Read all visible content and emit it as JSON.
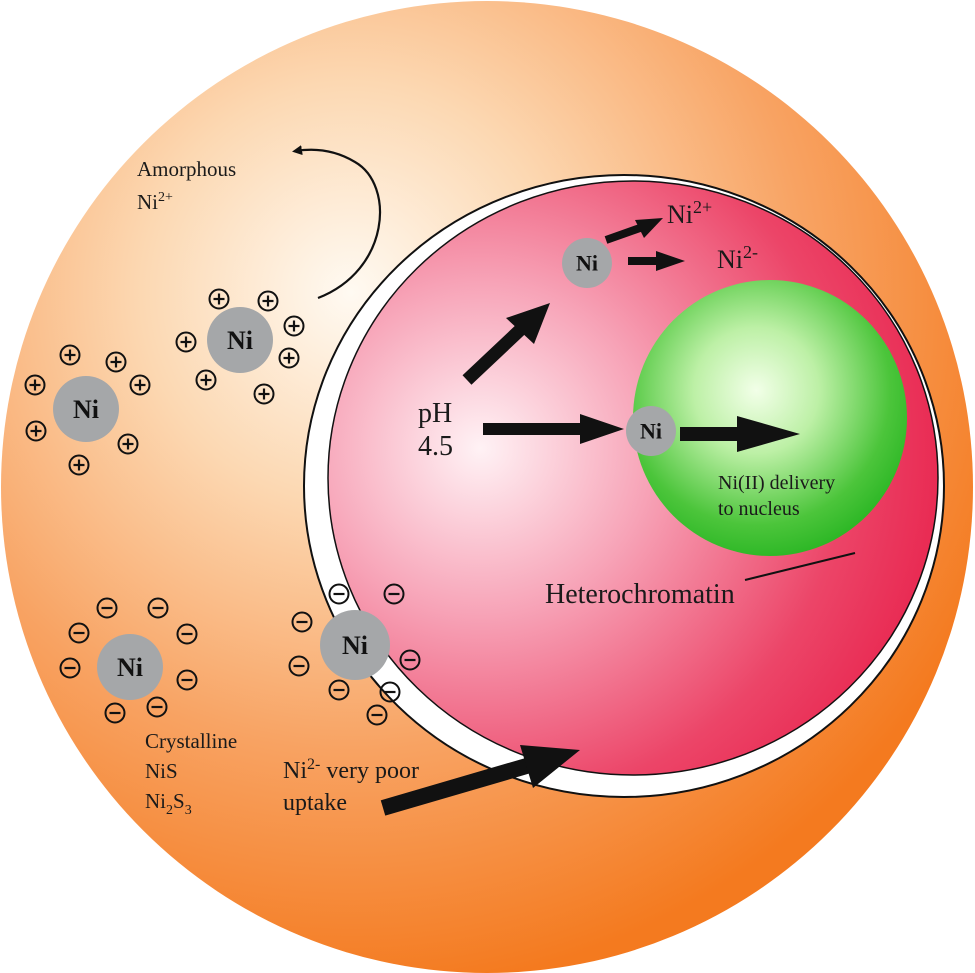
{
  "colors": {
    "cell_outer": "#f47a1f",
    "cell_inner": "#fffaf2",
    "vacuole_outer": "#e8234d",
    "vacuole_inner": "#fff2f5",
    "nucleus_outer": "#23b31f",
    "nucleus_inner": "#f2ffe8",
    "ni_particle": "#a5a7a9",
    "arrow": "#111111"
  },
  "labels": {
    "amorphous_line1": "Amorphous",
    "amorphous_ni": "Ni",
    "amorphous_charge": "2+",
    "crystalline_line1": "Crystalline",
    "crystalline_line2": "NiS",
    "crystalline_ni": "Ni",
    "crystalline_sub1": "2",
    "crystalline_s": "S",
    "crystalline_sub2": "3",
    "ph_line1": "pH",
    "ph_line2": "4.5",
    "ni2plus_base": "Ni",
    "ni2plus_sup": "2+",
    "ni2minus_base": "Ni",
    "ni2minus_sup": "2-",
    "delivery_line1": "Ni(II) delivery",
    "delivery_line2": "to nucleus",
    "heterochromatin": "Heterochromatin",
    "uptake_ni": "Ni",
    "uptake_sup": "2-",
    "uptake_rest": " very poor",
    "uptake_line2": "uptake"
  },
  "particles": {
    "ni_label": "Ni",
    "plus_symbol": "+",
    "minus_symbol": "−"
  }
}
